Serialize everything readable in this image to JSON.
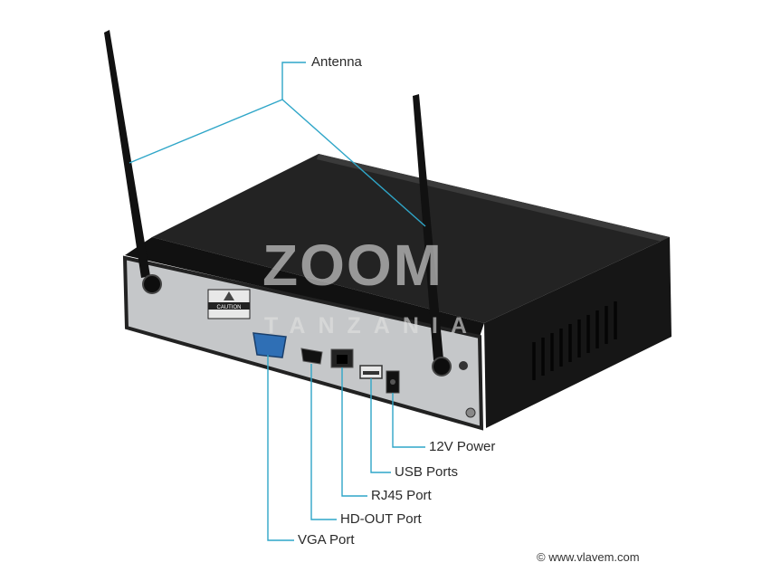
{
  "labels": {
    "antenna": "Antenna",
    "power": "12V Power",
    "usb": "USB Ports",
    "rj45": "RJ45 Port",
    "hdout": "HD-OUT Port",
    "vga": "VGA Port"
  },
  "device_text": {
    "caution": "CAUTION"
  },
  "watermark": {
    "title": "ZOOM",
    "subtitle": "TANZANIA"
  },
  "credit": "© www.vlavem.com",
  "colors": {
    "callout_line": "#2fa6c8",
    "case_top": "#202020",
    "case_side": "#141414",
    "panel": "#c4c6c8",
    "vga_connector": "#2f6fb5"
  }
}
